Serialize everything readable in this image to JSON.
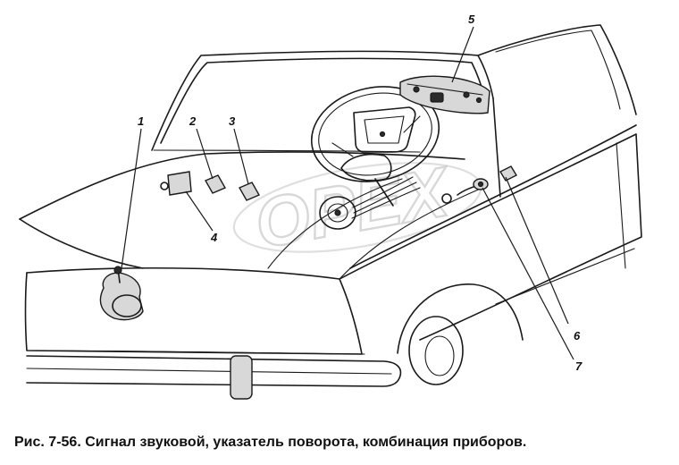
{
  "caption": "Рис. 7-56. Сигнал звуковой, указатель поворота, комбинация приборов.",
  "callouts": [
    "1",
    "2",
    "3",
    "4",
    "5",
    "6",
    "7"
  ],
  "watermark": "OPEX",
  "colors": {
    "ink": "#1a1a1a",
    "background": "#ffffff"
  }
}
